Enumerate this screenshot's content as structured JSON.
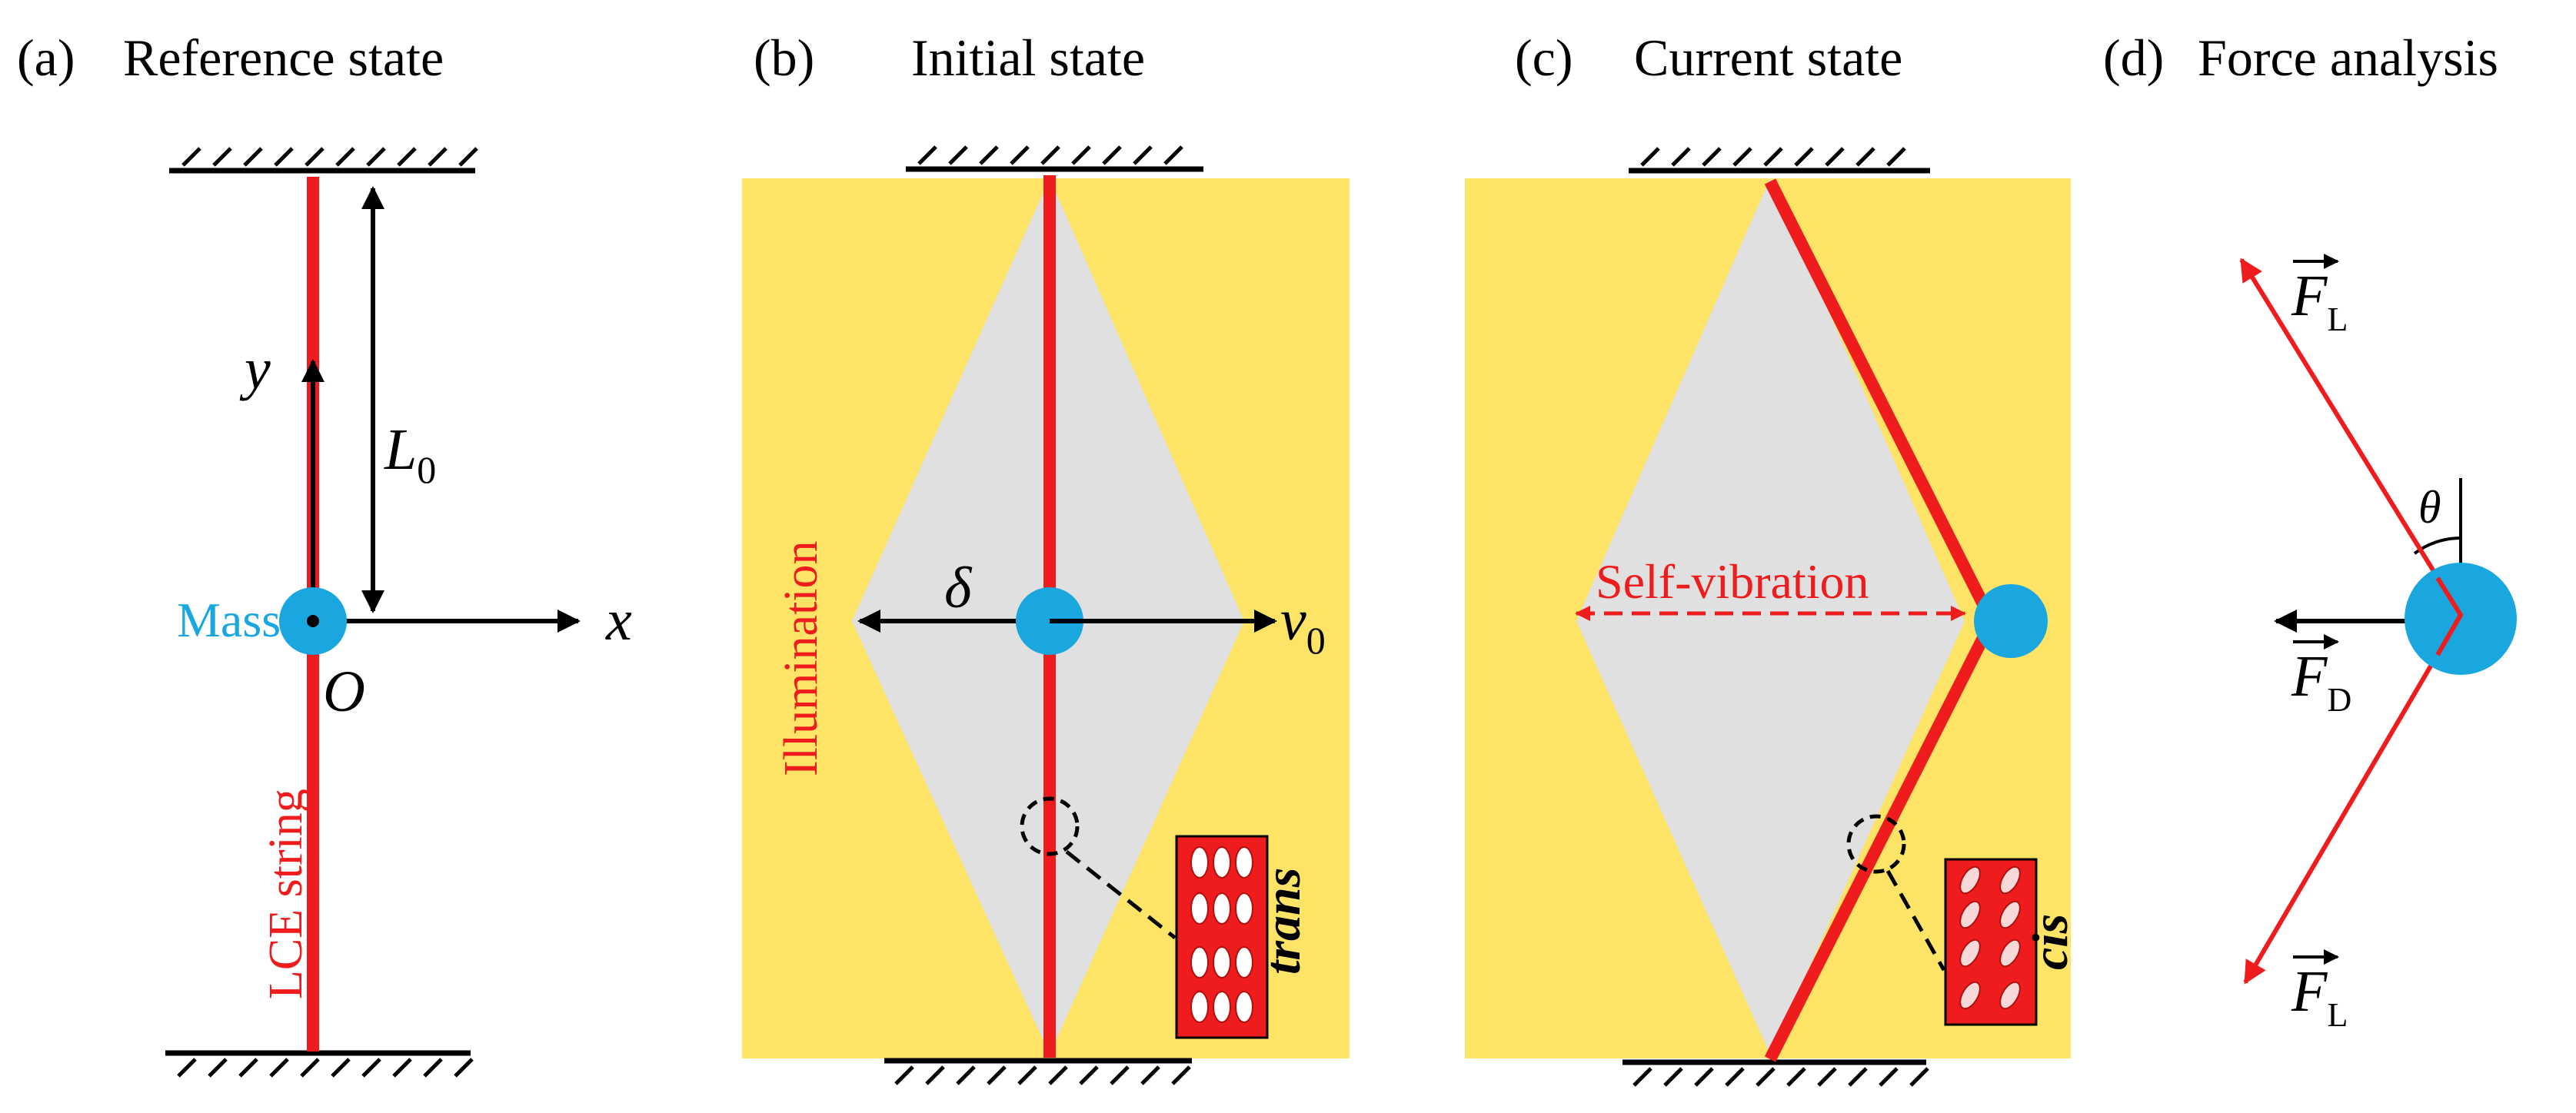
{
  "panels": {
    "a": {
      "tag": "(a)",
      "title": "Reference state"
    },
    "b": {
      "tag": "(b)",
      "title": "Initial state"
    },
    "c": {
      "tag": "(c)",
      "title": "Current state"
    },
    "d": {
      "tag": "(d)",
      "title": "Force analysis"
    }
  },
  "labels": {
    "y_axis": "y",
    "x_axis": "x",
    "length": "L",
    "length_sub": "0",
    "mass": "Mass",
    "origin": "O",
    "string": "LCE string",
    "illumination": "Illumination",
    "amplitude": "δ",
    "velocity": "v",
    "velocity_sub": "0",
    "trans": "trans",
    "self_vibration": "Self-vibration",
    "cis": "cis",
    "theta": "θ",
    "force_l": "F",
    "force_l_sub": "L",
    "force_d": "F",
    "force_d_sub": "D"
  },
  "colors": {
    "string": "#ee1c1c",
    "mass": "#1aa7e0",
    "illumination": "#fde467",
    "illuminated_region": "#e0e0e0",
    "mass_label": "#1aa7e0",
    "text": "#000000"
  }
}
